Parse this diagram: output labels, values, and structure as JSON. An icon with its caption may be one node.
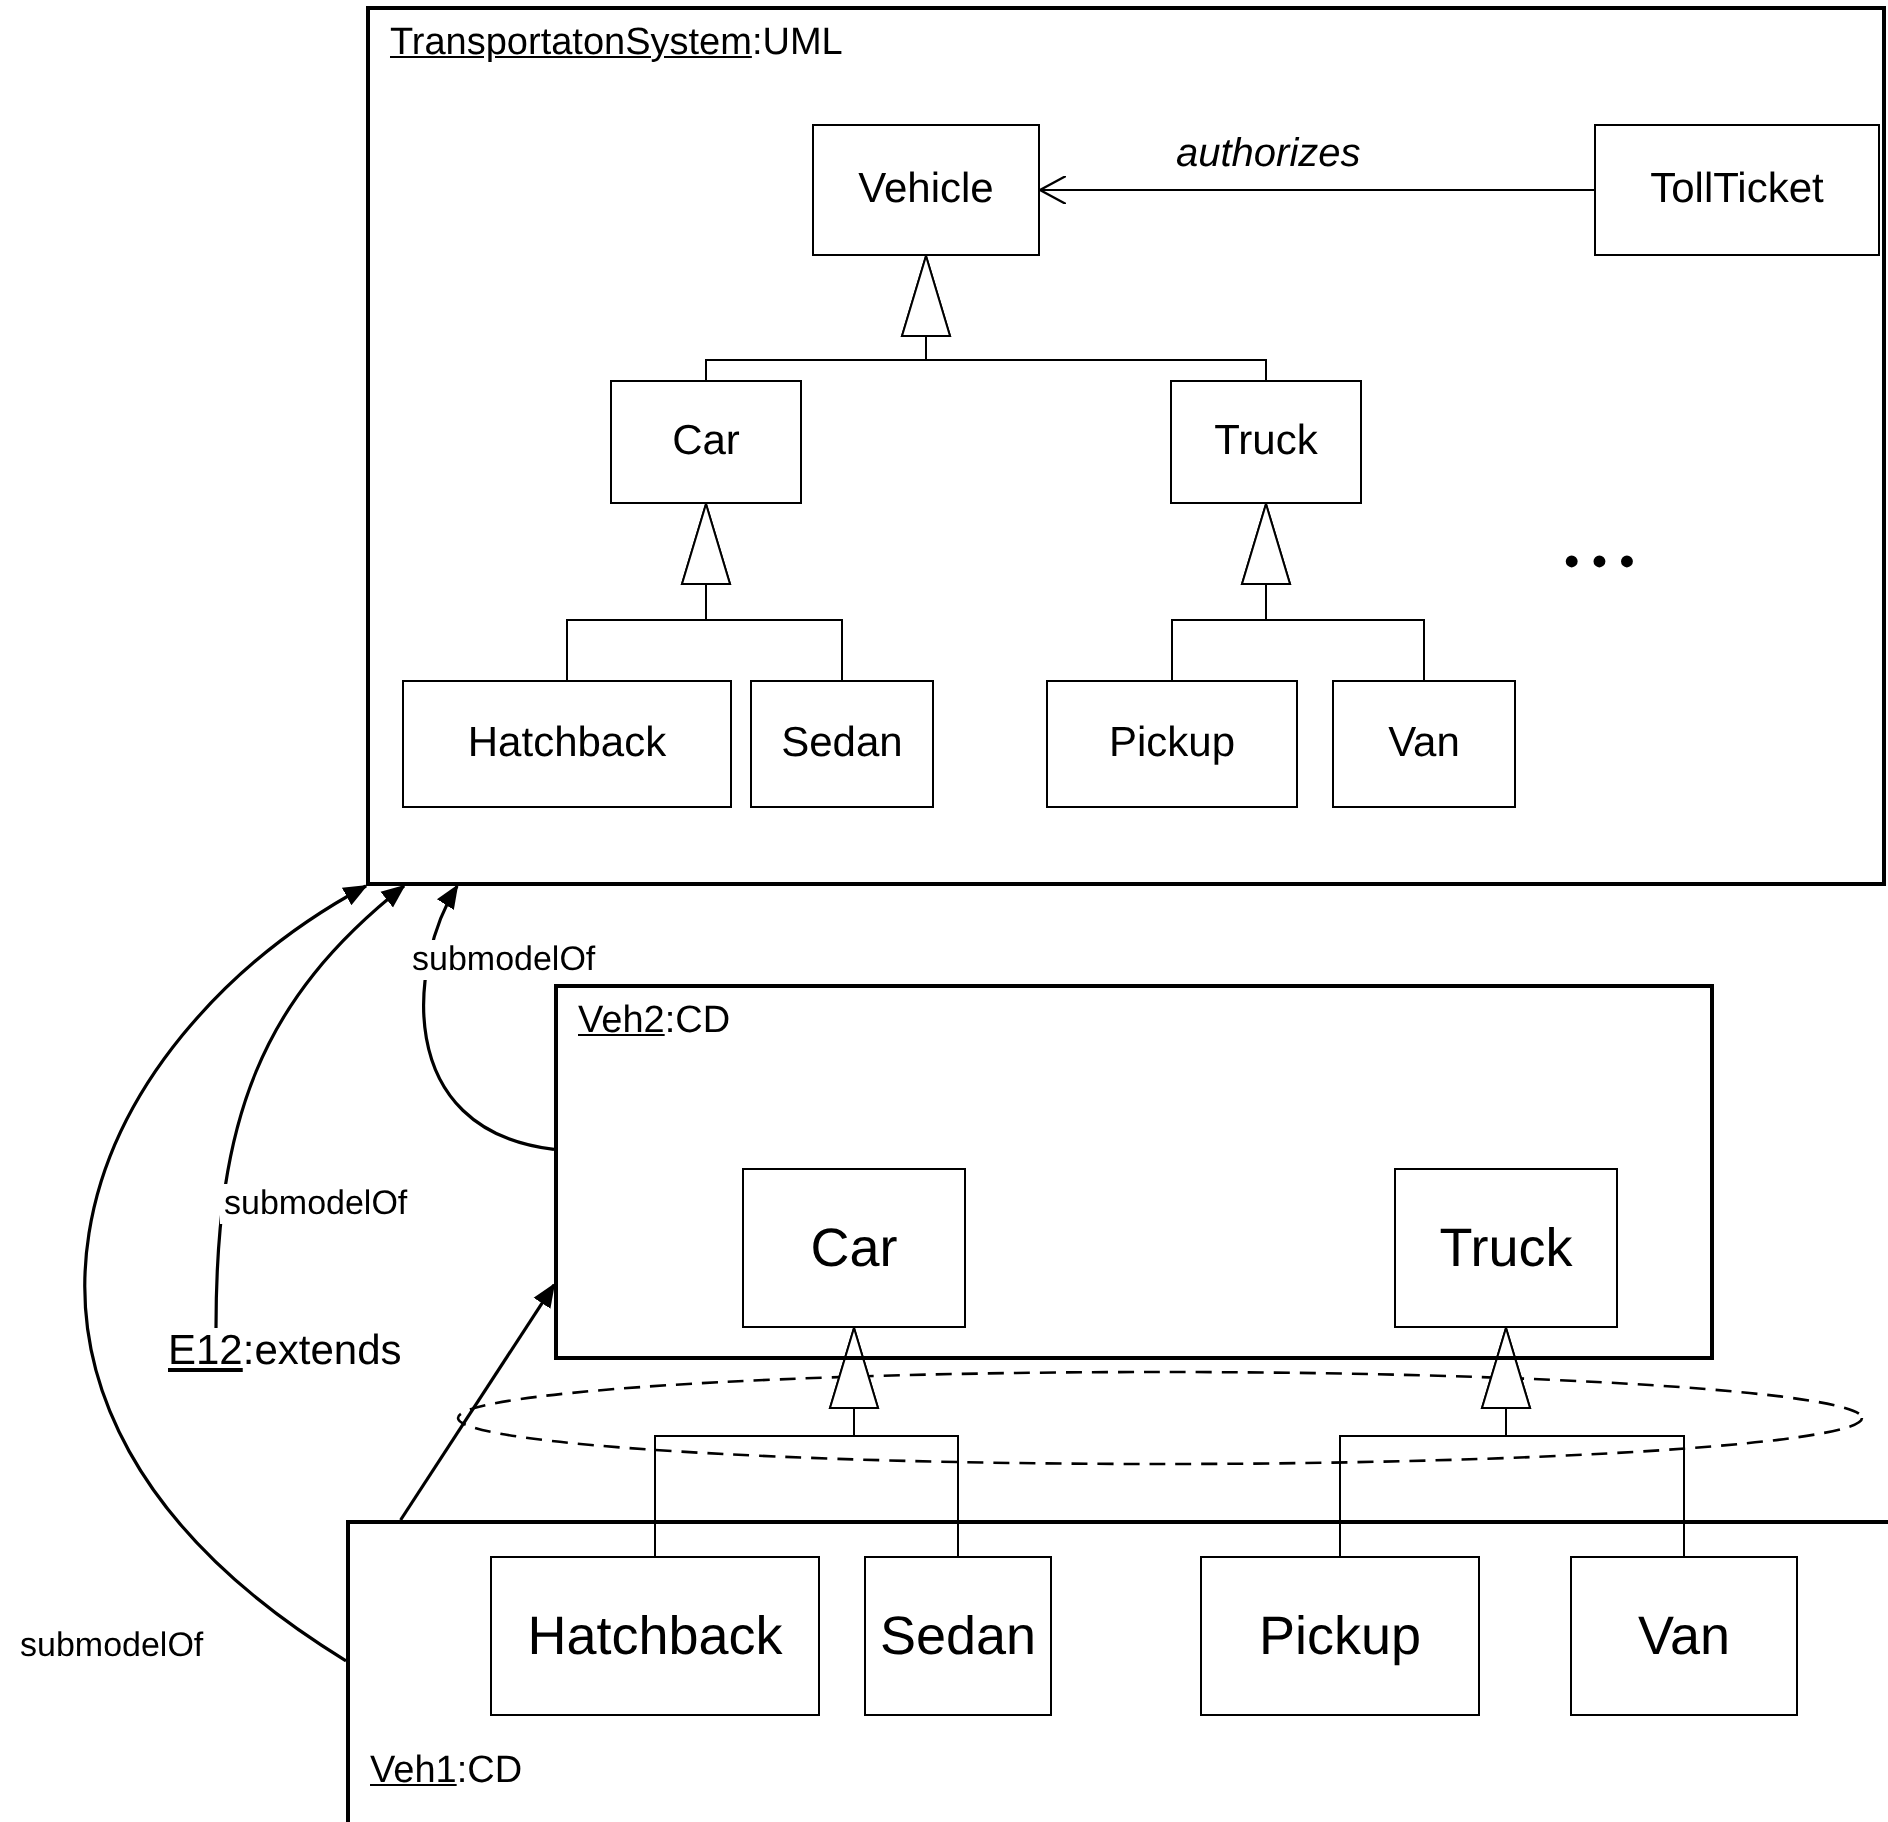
{
  "diagram": {
    "nodes": [
      {
        "text": [
          "TransportatonSystem:UML"
        ]
      },
      {
        "text": [
          "Vehicle"
        ],
        "in": 0
      },
      {
        "text": [
          "TollTicket"
        ],
        "in": 0
      },
      {
        "text": [
          "Car"
        ],
        "in": 0
      },
      {
        "text": [
          "Truck"
        ],
        "in": 0
      },
      {
        "text": [
          "Hatchback"
        ],
        "in": 0
      },
      {
        "text": [
          "Sedan"
        ],
        "in": 0
      },
      {
        "text": [
          "Pickup"
        ],
        "in": 0
      },
      {
        "text": [
          "Van"
        ],
        "in": 0
      },
      {
        "text": [
          "Veh2:CD"
        ]
      },
      {
        "text": [
          "Car"
        ],
        "in": 9
      },
      {
        "text": [
          "Truck"
        ],
        "in": 9
      },
      {
        "text": [
          "E12:extends"
        ]
      },
      {
        "text": [
          "Veh1:CD"
        ]
      },
      {
        "text": [
          "Hatchback"
        ],
        "in": 13
      },
      {
        "text": [
          "Sedan"
        ],
        "in": 13
      },
      {
        "text": [
          "Pickup"
        ],
        "in": 13
      },
      {
        "text": [
          "Van"
        ],
        "in": 13
      }
    ],
    "edges": [
      {
        "from": 2,
        "to": 1,
        "arrow": "to",
        "label": "authorizes"
      },
      {
        "from": 3,
        "to": 1,
        "arrow": "to"
      },
      {
        "from": 4,
        "to": 1,
        "arrow": "to"
      },
      {
        "from": 5,
        "to": 3,
        "arrow": "to"
      },
      {
        "from": 6,
        "to": 3,
        "arrow": "to"
      },
      {
        "from": 7,
        "to": 4,
        "arrow": "to"
      },
      {
        "from": 8,
        "to": 4,
        "arrow": "to"
      },
      {
        "from": 14,
        "to": 10,
        "arrow": "to"
      },
      {
        "from": 15,
        "to": 10,
        "arrow": "to"
      },
      {
        "from": 16,
        "to": 11,
        "arrow": "to"
      },
      {
        "from": 17,
        "to": 11,
        "arrow": "to"
      },
      {
        "from": 9,
        "to": 0,
        "arrow": "to",
        "label": "submodelOf"
      },
      {
        "from": 12,
        "to": 0,
        "arrow": "to",
        "label": "submodelOf"
      },
      {
        "from": 13,
        "to": 0,
        "arrow": "to",
        "label": "submodelOf"
      },
      {
        "from": 13,
        "to": 9,
        "arrow": "to"
      }
    ],
    "labels": [
      "• • •"
    ]
  }
}
